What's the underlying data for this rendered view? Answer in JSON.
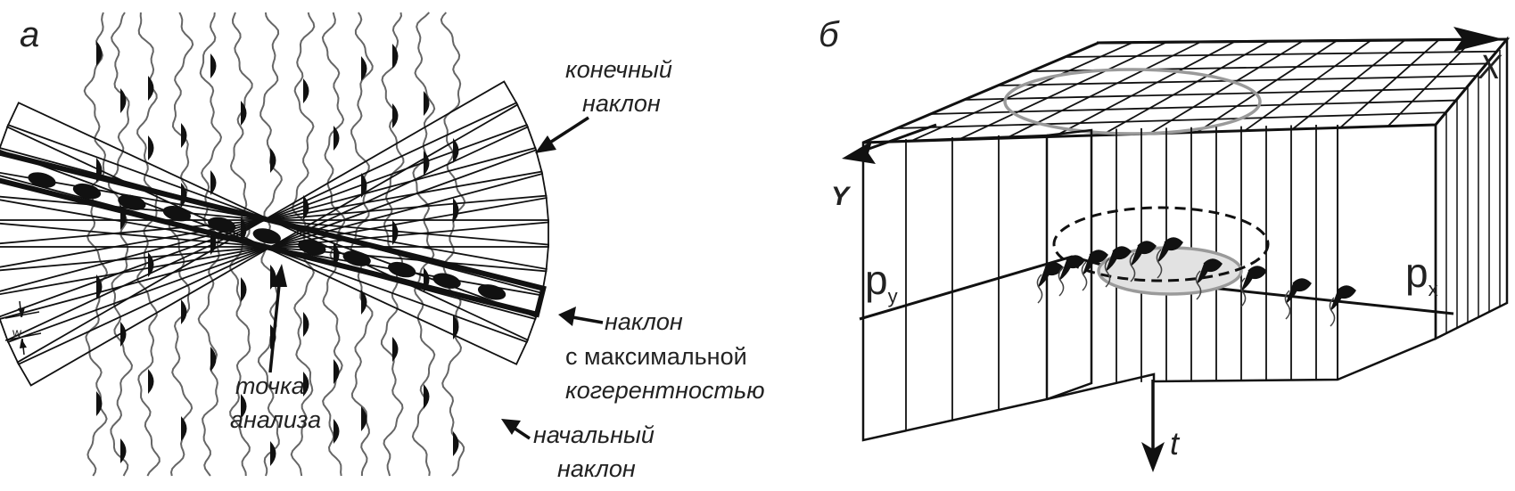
{
  "panel_a": {
    "letter": "а",
    "final_dip": [
      "конечный",
      "наклон"
    ],
    "max_coherence": [
      "наклон",
      "с максимальной",
      "когерентностью"
    ],
    "start_dip": [
      "начальный",
      "наклон"
    ],
    "analysis_point": [
      "точка",
      "анализа"
    ],
    "window_label": "w"
  },
  "panel_b": {
    "letter": "б",
    "axis_x": "X",
    "axis_y": "Y",
    "axis_t": "t",
    "p_y": {
      "base": "p",
      "sub": "y"
    },
    "p_x": {
      "base": "p",
      "sub": "x"
    }
  },
  "colors": {
    "ink": "#111111",
    "trace": "#666666",
    "grid_gray": "#9a9a9a",
    "ellipse_fill": "#e2e2e2"
  }
}
